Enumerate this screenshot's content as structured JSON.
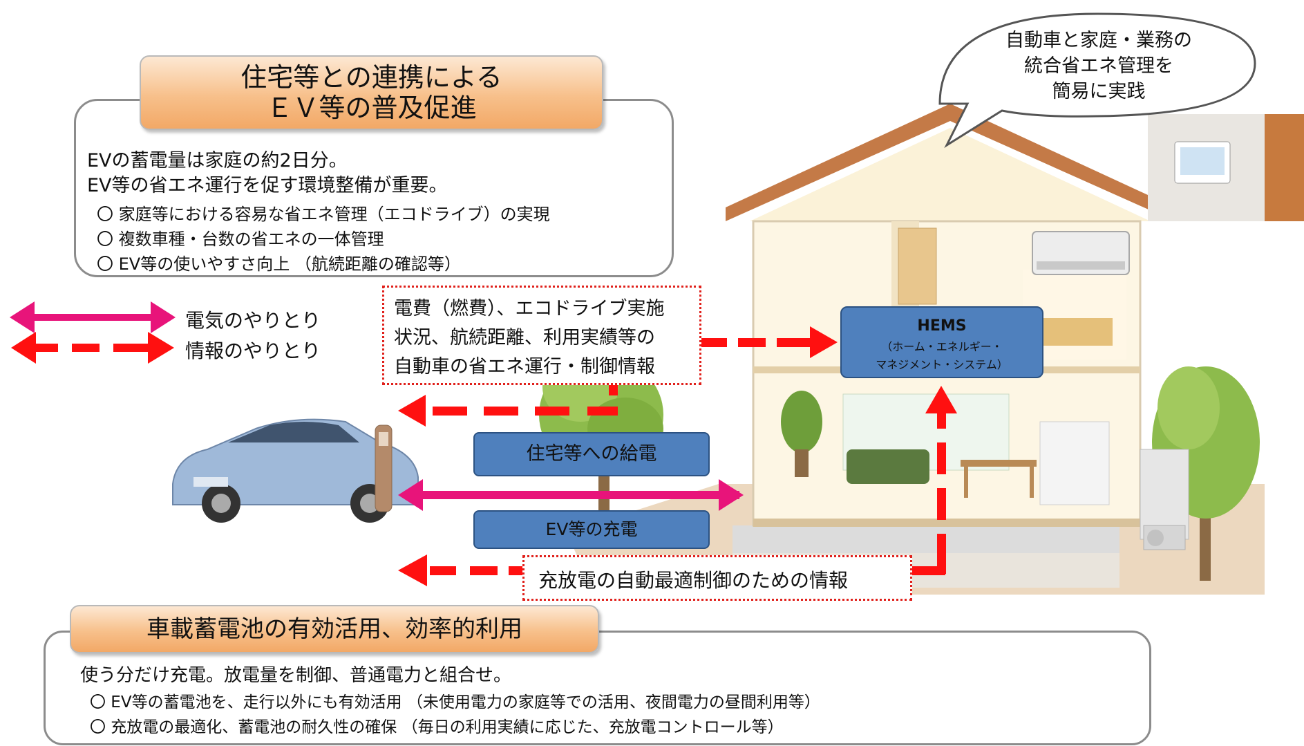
{
  "top_panel": {
    "title_line1": "住宅等との連携による",
    "title_line2": "ＥＶ等の普及促進",
    "line1": "EVの蓄電量は家庭の約2日分。",
    "line2": "EV等の省エネ運行を促す環境整備が重要。",
    "bullets": [
      "〇  家庭等における容易な省エネ管理（エコドライブ）の実現",
      "〇  複数車種・台数の省エネの一体管理",
      "〇  EV等の使いやすさ向上 （航続距離の確認等）"
    ]
  },
  "speech_bubble": {
    "line1": "自動車と家庭・業務の",
    "line2": "統合省エネ管理を",
    "line3": "簡易に実践"
  },
  "legend": {
    "electric": "電気のやりとり",
    "info": "情報のやりとり"
  },
  "info_box": {
    "line1": "電費（燃費）、エコドライブ実施",
    "line2": "状況、航続距離、利用実績等の",
    "line3": "自動車の省エネ運行・制御情報"
  },
  "hems": {
    "title": "HEMS",
    "sub1": "（ホーム・エネルギー・",
    "sub2": "マネジメント・システム）"
  },
  "supply_label": "住宅等への給電",
  "charge_label": "EV等の充電",
  "charge_control_info": "充放電の自動最適制御のための情報",
  "bottom_panel": {
    "title": "車載蓄電池の有効活用、効率的利用",
    "line1": "使う分だけ充電。放電量を制御、普通電力と組合せ。",
    "bullets": [
      "〇  EV等の蓄電池を、走行以外にも有効活用 （未使用電力の家庭等での活用、夜間電力の昼間利用等）",
      "〇  充放電の最適化、蓄電池の耐久性の確保 （毎日の利用実績に応じた、充放電コントロール等）"
    ]
  },
  "colors": {
    "electric_arrow": "#e8147a",
    "info_arrow": "#ff1010",
    "hems_fill": "#4f80bd"
  }
}
